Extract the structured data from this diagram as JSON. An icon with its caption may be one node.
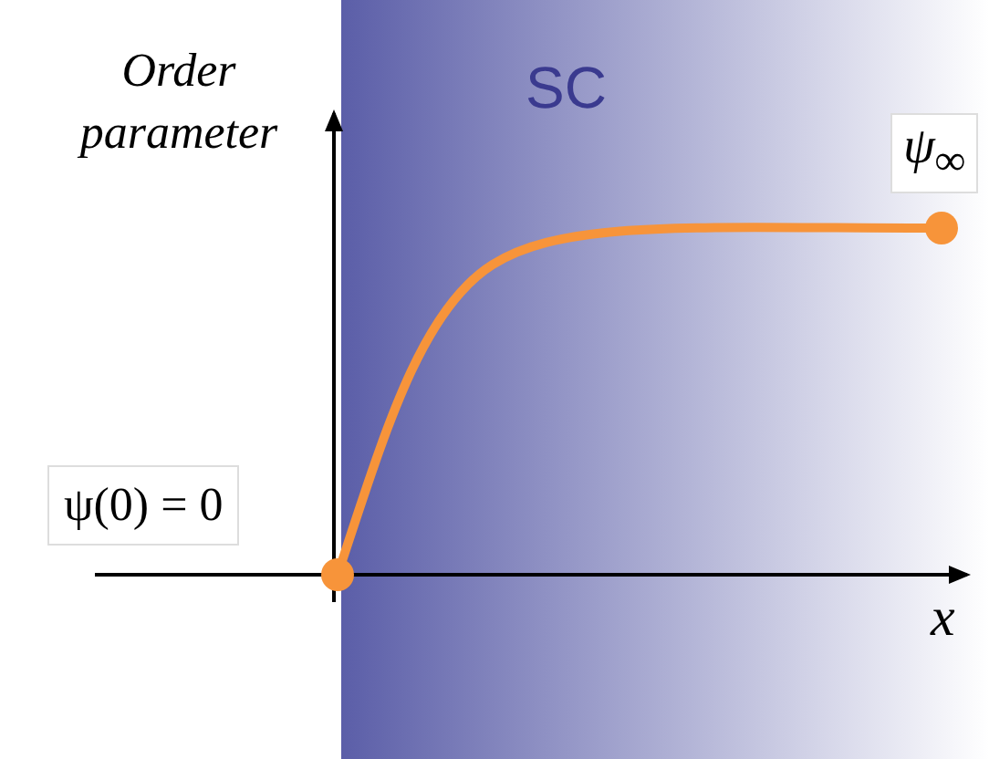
{
  "diagram": {
    "labels": [
      "Order parameter",
      "SC",
      "ψ$_{∞}$",
      "ψ(0) = 0",
      "x"
    ]
  }
}
